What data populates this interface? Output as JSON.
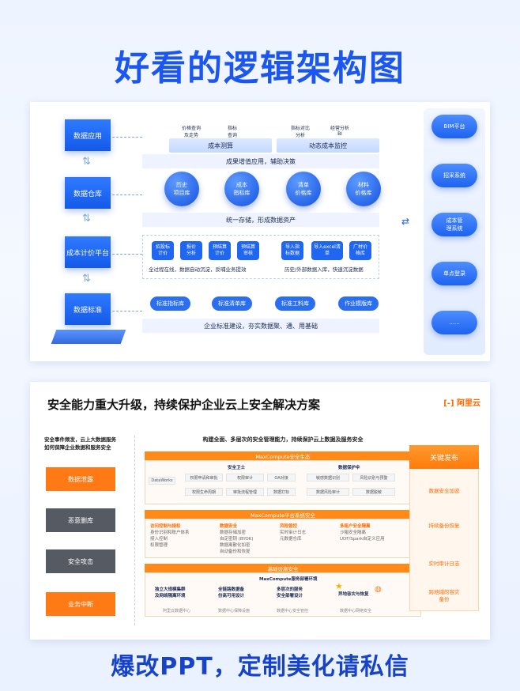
{
  "title": "好看的逻辑架构图",
  "footer": "爆改PPT，定制美化请私信",
  "slide1": {
    "left_boxes": [
      "数据应用",
      "数据仓库",
      "成本计价平台",
      "数据标准"
    ],
    "top_labels": {
      "a": "价格查询\n及走势",
      "b": "指标\n查询",
      "c": "指标对比\n分析",
      "d": "经营分析\nBI"
    },
    "layer1_left": "成本测算",
    "layer1_right": "动态成本监控",
    "band1": "成果增值应用，辅助决策",
    "balls": [
      "历史\n项目库",
      "成本\n指标库",
      "清单\n价格库",
      "材料\n价格库"
    ],
    "band2": "统一存储，形成数据资产",
    "small_left": [
      "招投标\n计价",
      "报价\n分析",
      "预结算\n计价",
      "预结算\n审核"
    ],
    "small_right": [
      "导入指\n标数据",
      "导入excel清\n单",
      "广材价\n格库"
    ],
    "cap_left": "全过程在线，数据自动沉淀，反哺业务提效",
    "cap_right": "历史/外部数据入库，快速沉淀数据",
    "pills": [
      "标准指标库",
      "标准清单库",
      "标准工料库",
      "作业模版库"
    ],
    "band3": "企业标准建设，夯实数据聚、通、用基础",
    "right_buttons": [
      "BIM平台",
      "招采系统",
      "成本管\n理系统",
      "单点登录",
      "......"
    ]
  },
  "slide2": {
    "headline": "安全能力重大升级，持续保护企业云上安全解决方案",
    "logo": "[-] 阿里云",
    "left_question": "安全事件频发，云上大数据服务\n如何保障企业数据和服务安全",
    "left_items": [
      {
        "label": "数据泄露",
        "color": "#ff7a14"
      },
      {
        "label": "恶意删库",
        "color": "#555a63"
      },
      {
        "label": "安全攻击",
        "color": "#555a63"
      },
      {
        "label": "业务中断",
        "color": "#ff7a14"
      }
    ],
    "subtitle": "构建全面、多层次的安全管理能力，持续保护云上数据及服务安全",
    "bar1": "MaxCompute安全生态",
    "dataworks": "DataWorks",
    "security_guard": "安全卫士",
    "data_protect": "数据保护伞",
    "cells_a": [
      "权限申请和审批",
      "权限审计",
      "OA对接",
      "权限生命周期",
      "审批流程管理",
      "数据打标"
    ],
    "cells_b": [
      "敏感数据识别",
      "风险识别与预警",
      "数据风险审计",
      "数据脱敏"
    ],
    "bar2": "MaxCompute平台系统安全",
    "sec_cols": [
      {
        "title": "访问控制与授权",
        "lines": "身份识别和账户体系\n授入控制\n权限管理"
      },
      {
        "title": "数据安全",
        "lines": "数据存储加密\n自定密钥 (BYOK)\n数据离散化加密\n自动备份和恢复"
      },
      {
        "title": "风险管控",
        "lines": "实时审计日志\n元数据仓库"
      },
      {
        "title": "多租户安全隔离",
        "lines": "沙箱安全隔离\nUDF/Spark自定义应用"
      }
    ],
    "bar3": "基础设施安全",
    "infra_title": "MaxCompute服务部署环境",
    "infra": [
      "独立大规模集群\n及网络隔离环境",
      "全链路数据备\n份高可用设计",
      "多层次的服务\n安全部署设计",
      "异地容灾与恢复"
    ],
    "bottom": [
      "阿里云数据中心",
      "数据中心保障设施",
      "数据中心安全管控",
      "数据中心网络安全"
    ],
    "release_title": "关键发布",
    "release": [
      "数据安全加密",
      "持续备份恢复",
      "实时审计日志",
      "跨地域的容灾\n备份"
    ]
  }
}
